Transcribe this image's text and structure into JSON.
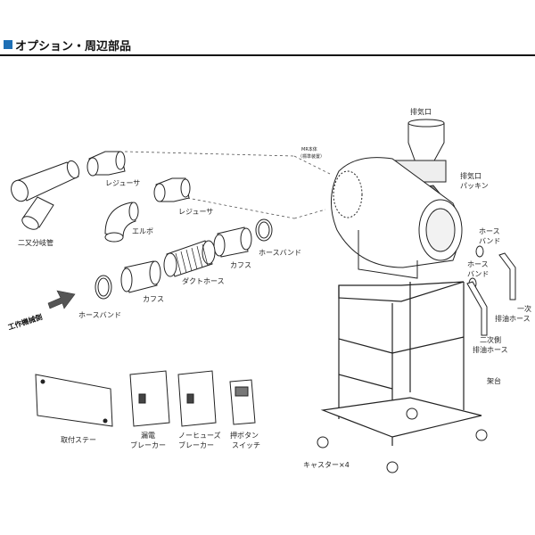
{
  "header": {
    "title": "オプション・周辺部品"
  },
  "labels": {
    "bifurcated_pipe": "二又分岐管",
    "reducer_1": "レジューサ",
    "reducer_2": "レジューサ",
    "elbow": "エルボ",
    "hose_band_right": "ホースバンド",
    "cuff_upper": "カフス",
    "duct_hose": "ダクトホース",
    "cuff_lower": "カフス",
    "hose_band_left": "ホースバンド",
    "machine_side": "工作機械側",
    "exhaust_port": "排気口",
    "mr_body_line1": "MR本体",
    "mr_body_line2": "（標準装置）",
    "exhaust_packing_line1": "排気口",
    "exhaust_packing_line2": "パッキン",
    "hose_band_a_line1": "ホース",
    "hose_band_a_line2": "バンド",
    "hose_band_b_line1": "ホース",
    "hose_band_b_line2": "バンド",
    "primary_drain_line1": "一次",
    "primary_drain_line2": "排油ホース",
    "secondary_drain_line1": "二次側",
    "secondary_drain_line2": "排油ホース",
    "stand": "架台",
    "casters": "キャスター×4",
    "mount_stay": "取付ステー",
    "leakage_breaker_line1": "漏電",
    "leakage_breaker_line2": "ブレーカー",
    "no_fuse_breaker_line1": "ノーヒューズ",
    "no_fuse_breaker_line2": "ブレーカー",
    "push_switch_line1": "押ボタン",
    "push_switch_line2": "スイッチ"
  }
}
